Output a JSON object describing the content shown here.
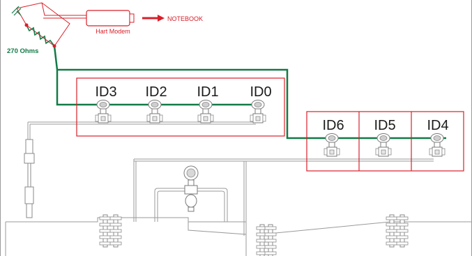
{
  "resistor_label": "270 Ohms",
  "modem_label": "Hart Modem",
  "notebook_label": "NOTEBOOK",
  "devices_left": [
    "ID3",
    "ID2",
    "ID1",
    "ID0"
  ],
  "devices_right": [
    "ID6",
    "ID5",
    "ID4"
  ],
  "colors": {
    "loop": "#127a46",
    "hart": "#d8202a",
    "piping": "#9a9a9a"
  }
}
